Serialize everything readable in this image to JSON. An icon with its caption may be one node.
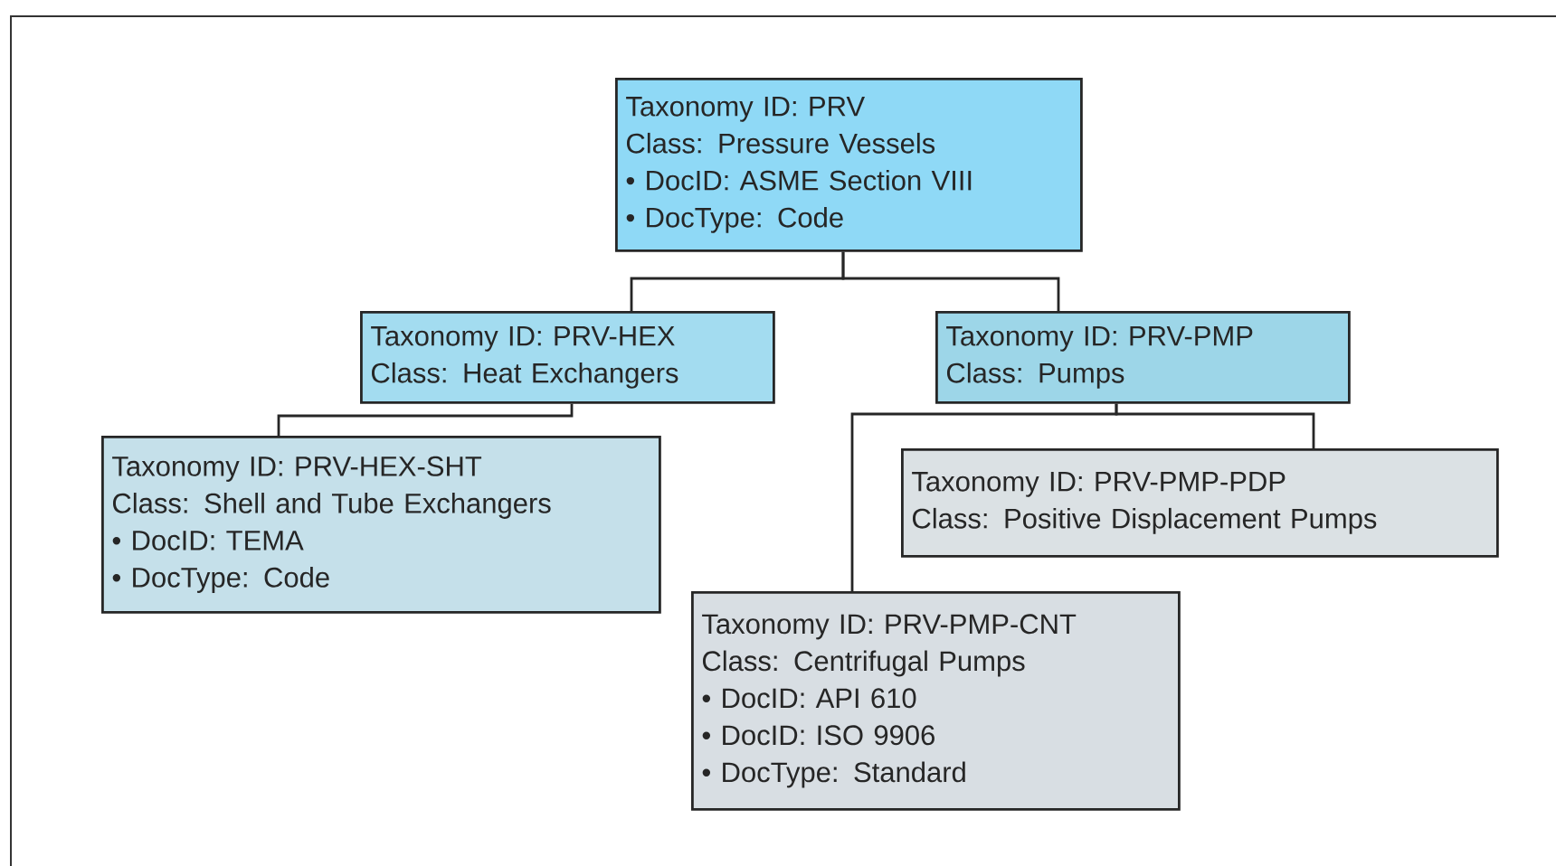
{
  "diagram": {
    "nodes": [
      {
        "text": [
          "Taxonomy ID: PRV",
          "Class: Pressure Vessels",
          "• DocID: ASME Section VIII",
          "• DocType: Code"
        ]
      },
      {
        "text": [
          "Taxonomy ID: PRV-HEX",
          "Class: Heat Exchangers"
        ]
      },
      {
        "text": [
          "Taxonomy ID: PRV-PMP",
          "Class: Pumps"
        ]
      },
      {
        "text": [
          "Taxonomy ID: PRV-HEX-SHT",
          "Class: Shell and Tube Exchangers",
          "• DocID: TEMA",
          "• DocType: Code"
        ]
      },
      {
        "text": [
          "Taxonomy ID: PRV-PMP-PDP",
          "Class: Positive Displacement Pumps"
        ]
      },
      {
        "text": [
          "Taxonomy ID: PRV-PMP-CNT",
          "Class: Centrifugal Pumps",
          "• DocID: API 610",
          "• DocID: ISO 9906",
          "• DocType: Standard"
        ]
      }
    ],
    "edges": [
      {
        "from": 0,
        "to": 1,
        "arrow": "none"
      },
      {
        "from": 0,
        "to": 2,
        "arrow": "none"
      },
      {
        "from": 1,
        "to": 3,
        "arrow": "none"
      },
      {
        "from": 2,
        "to": 4,
        "arrow": "none"
      },
      {
        "from": 2,
        "to": 5,
        "arrow": "none"
      }
    ]
  }
}
